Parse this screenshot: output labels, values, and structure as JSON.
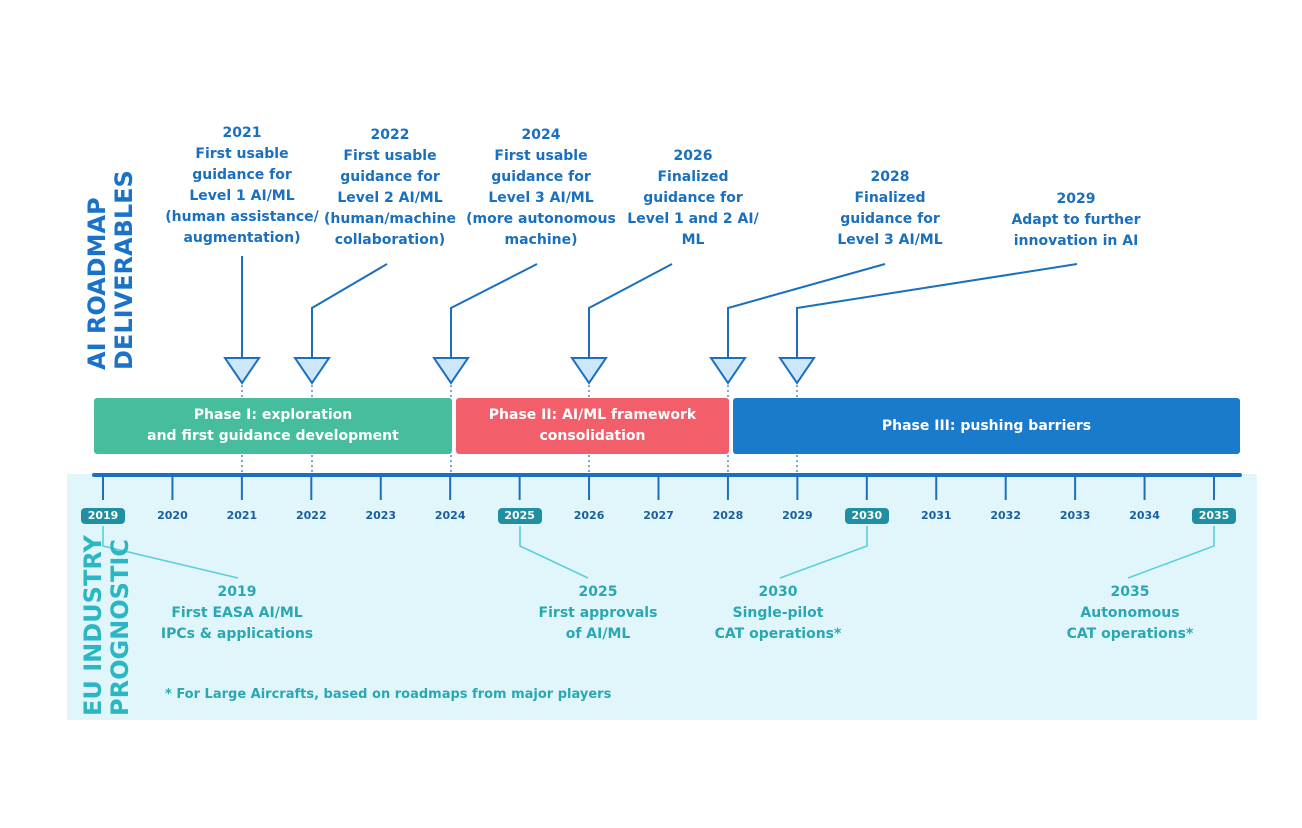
{
  "sections": {
    "deliverables_title": [
      "AI ROADMAP",
      "DELIVERABLES"
    ],
    "prognostic_title": [
      "EU INDUSTRY",
      "PROGNOSTIC"
    ]
  },
  "deliverables": [
    {
      "lines": [
        "2021",
        "First usable",
        "guidance for",
        "Level 1 AI/ML",
        "(human assistance/",
        "augmentation)"
      ]
    },
    {
      "lines": [
        "2022",
        "First usable",
        "guidance for",
        "Level 2 AI/ML",
        "(human/machine",
        "collaboration)"
      ]
    },
    {
      "lines": [
        "2024",
        "First usable",
        "guidance for",
        "Level 3 AI/ML",
        "(more autonomous",
        "machine)"
      ]
    },
    {
      "lines": [
        "2026",
        "Finalized",
        "guidance for",
        "Level 1 and 2 AI/",
        "ML"
      ]
    },
    {
      "lines": [
        "2028",
        "Finalized",
        "guidance for",
        "Level 3 AI/ML"
      ]
    },
    {
      "lines": [
        "2029",
        "Adapt to further",
        "innovation in AI"
      ]
    }
  ],
  "phases": [
    {
      "lines": [
        "Phase I: exploration",
        "and first guidance development"
      ],
      "color": "#46bd9c"
    },
    {
      "lines": [
        "Phase II: AI/ML framework",
        "consolidation"
      ],
      "color": "#f25f6b"
    },
    {
      "lines": [
        "Phase III: pushing barriers"
      ],
      "color": "#1a7acb"
    }
  ],
  "timeline": {
    "years": [
      "2019",
      "2020",
      "2021",
      "2022",
      "2023",
      "2024",
      "2025",
      "2026",
      "2027",
      "2028",
      "2029",
      "2030",
      "2031",
      "2032",
      "2033",
      "2034",
      "2035"
    ],
    "highlighted": [
      "2019",
      "2025",
      "2030",
      "2035"
    ]
  },
  "prognostics": [
    {
      "lines": [
        "2019",
        "First EASA AI/ML",
        "IPCs & applications"
      ]
    },
    {
      "lines": [
        "2025",
        "First approvals",
        "of AI/ML"
      ]
    },
    {
      "lines": [
        "2030",
        "Single-pilot",
        "CAT operations*"
      ]
    },
    {
      "lines": [
        "2035",
        "Autonomous",
        "CAT operations*"
      ]
    }
  ],
  "footnote": "* For Large Aircrafts, based on roadmaps from major players",
  "colors": {
    "deliverable": "#1a6fbe",
    "prognostic": "#2aa7b3",
    "timeline": "#1a6fbe",
    "prognostic_bg": "#e1f6fb"
  }
}
